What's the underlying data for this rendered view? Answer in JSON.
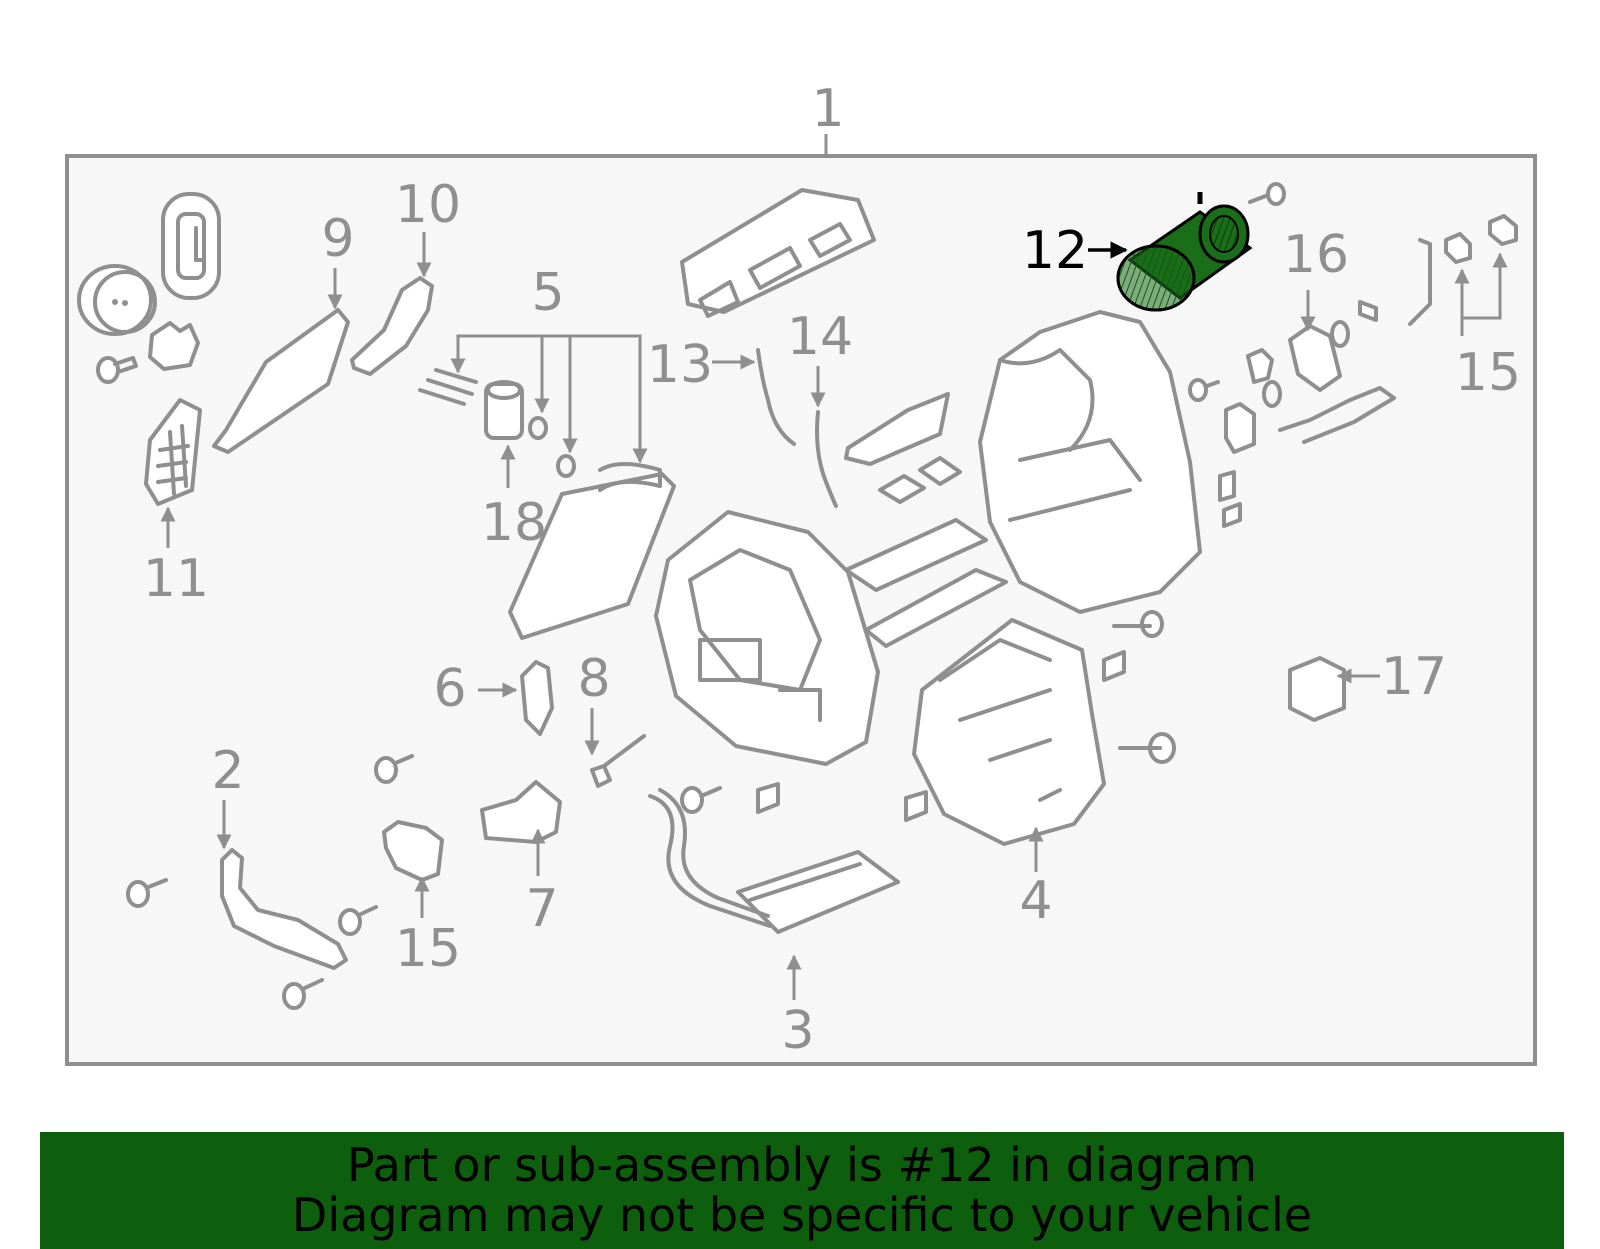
{
  "diagram": {
    "callouts": [
      "1",
      "2",
      "3",
      "4",
      "5",
      "6",
      "7",
      "8",
      "9",
      "10",
      "11",
      "12",
      "13",
      "14",
      "15",
      "15",
      "15",
      "16",
      "17",
      "18"
    ],
    "highlighted_part": "12",
    "highlight_color": "#1a6e1a",
    "frame_fill": "#f7f7f7",
    "line_color": "#8f8f8f"
  },
  "banner": {
    "line1": "Part or sub-assembly is #12 in diagram",
    "line2": "Diagram may not be specific to your vehicle",
    "background": "#0d5e0d"
  }
}
